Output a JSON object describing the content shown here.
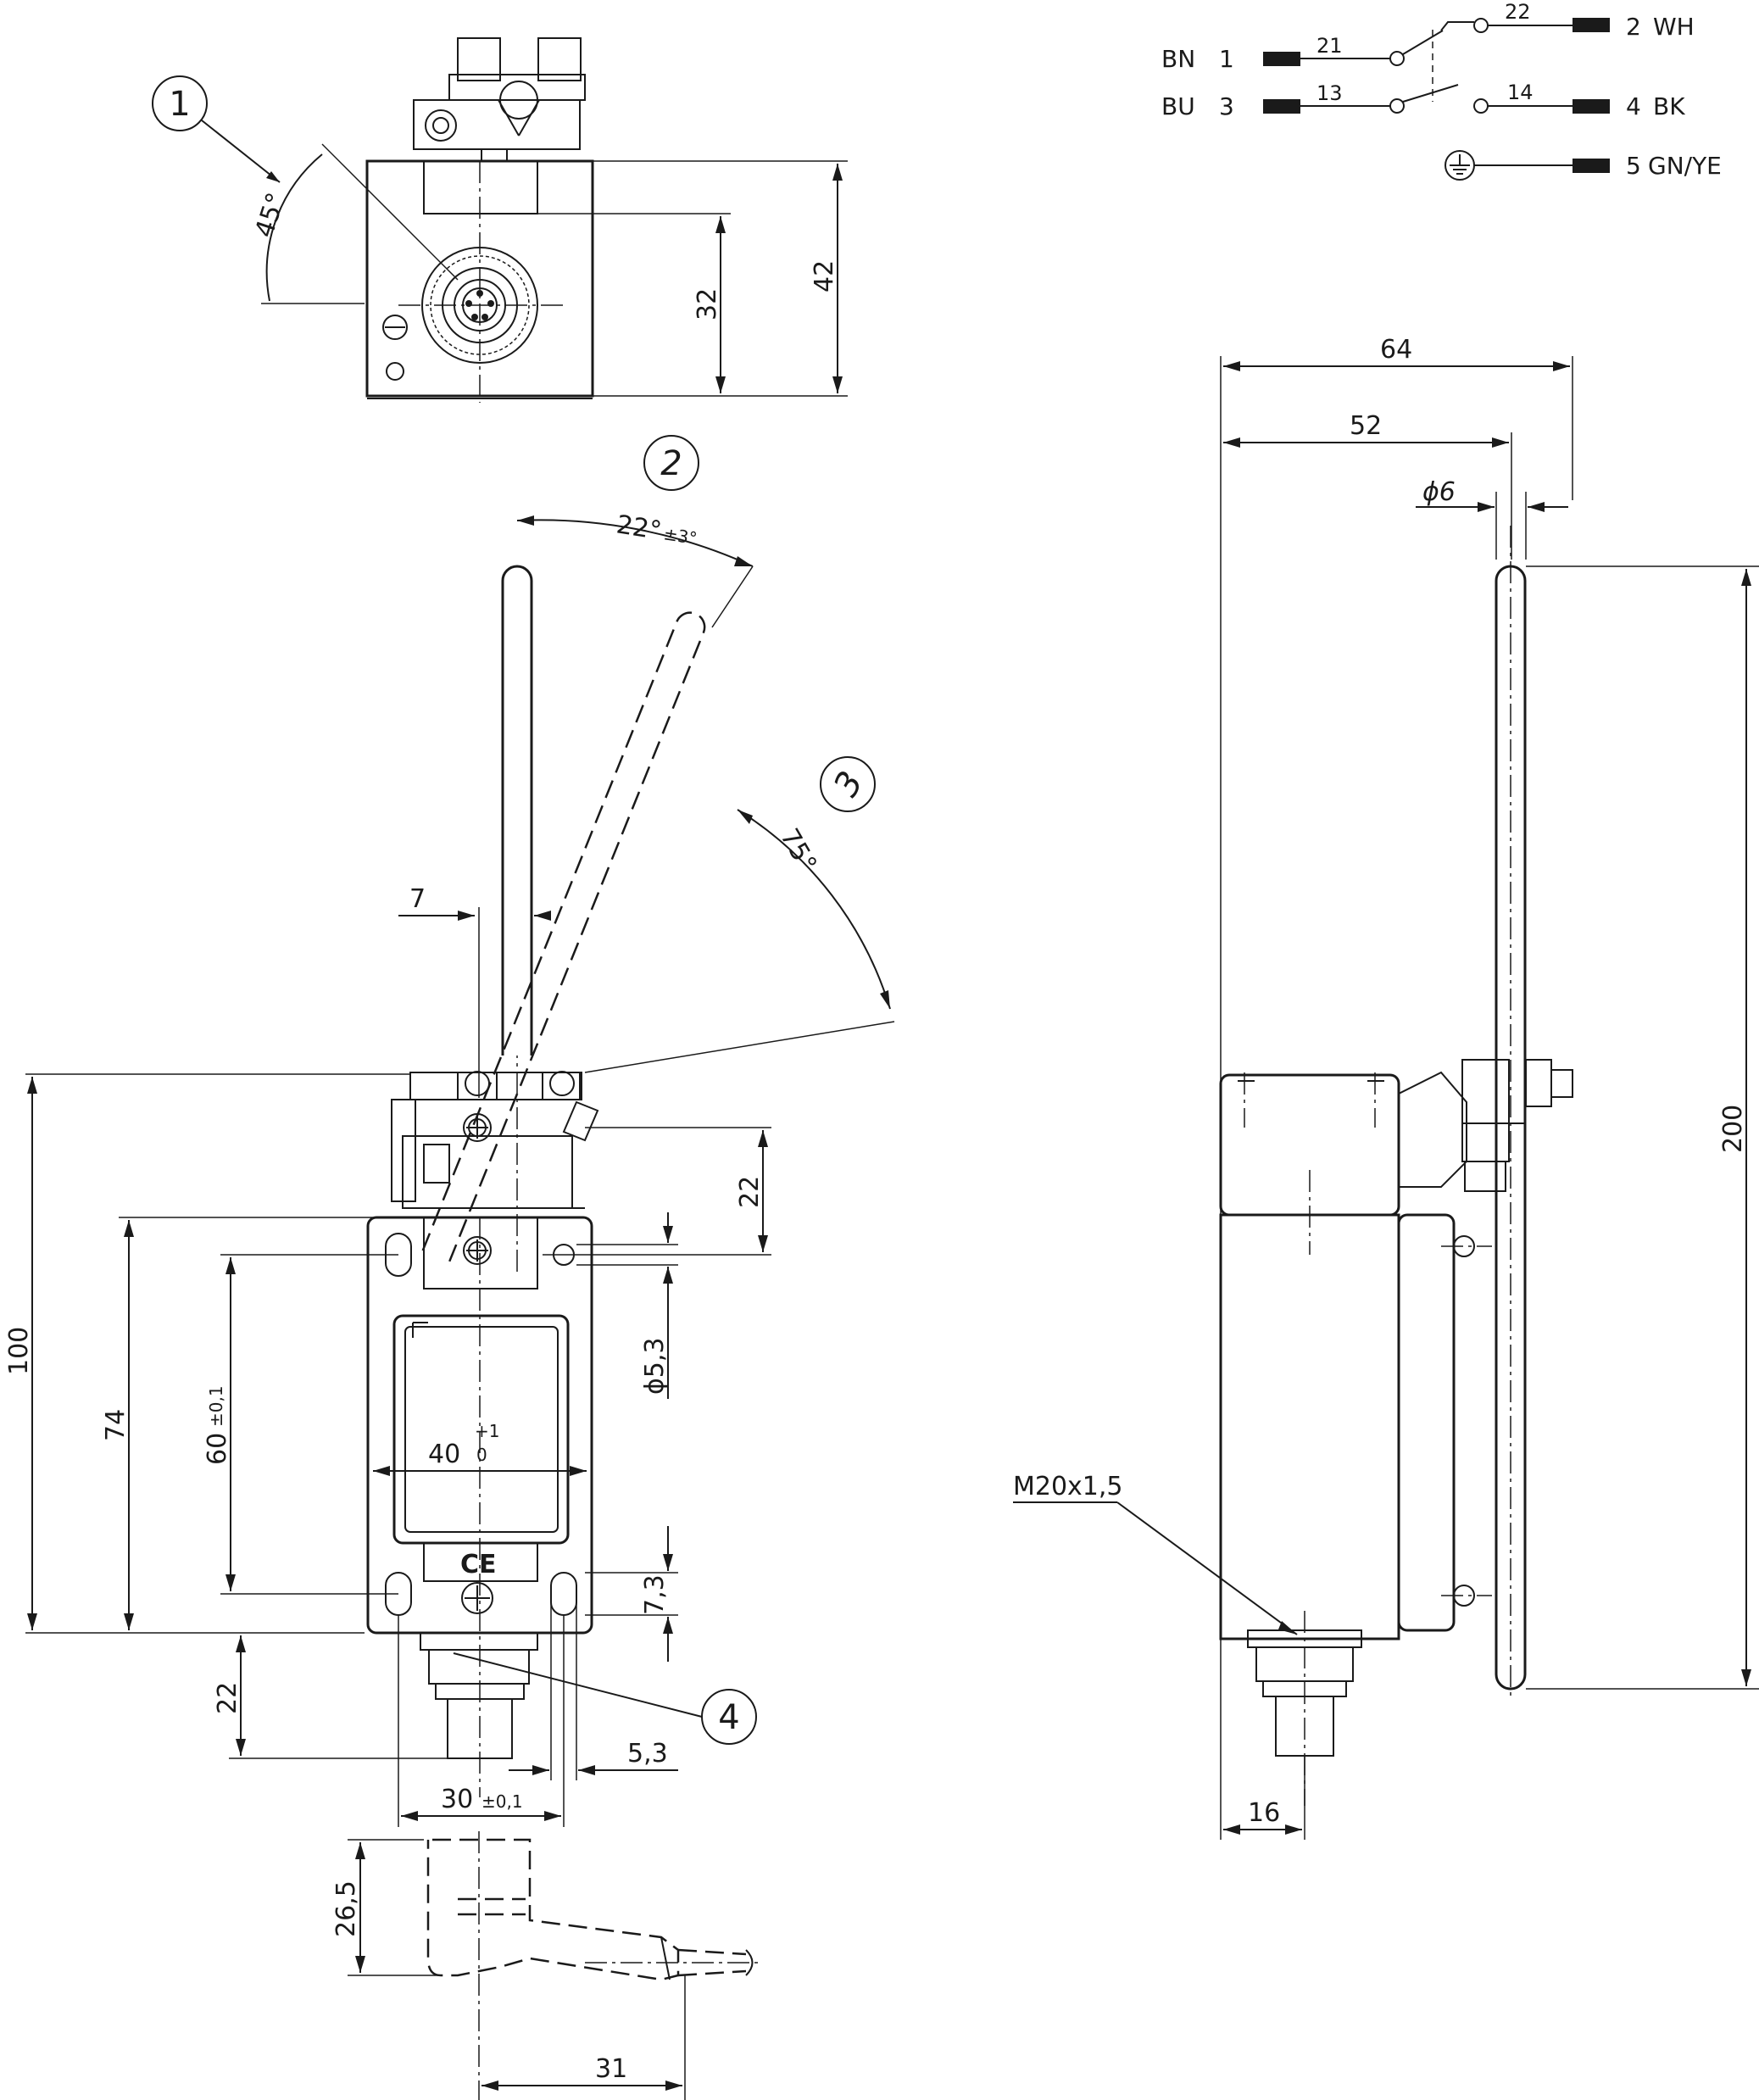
{
  "wiring": {
    "rows": [
      {
        "color": "BN",
        "pin": "1",
        "contact": "21"
      },
      {
        "color": "BU",
        "pin": "3",
        "contact": "13"
      }
    ],
    "outputs": [
      {
        "pin": "2",
        "color": "WH",
        "contact": "22"
      },
      {
        "pin": "4",
        "color": "BK",
        "contact": "14"
      },
      {
        "pin": "5",
        "color": "GN/YE"
      }
    ]
  },
  "callouts": [
    "1",
    "2",
    "3",
    "4"
  ],
  "dimensions": {
    "top_angle": "45°",
    "top_32": "32",
    "top_42": "42",
    "swing_angle": "22°",
    "swing_tol": "±3°",
    "pivot_angle": "75°",
    "d7": "7",
    "d100": "100",
    "d74": "74",
    "d60": "60",
    "d60_tol": "±0,1",
    "d40": "40",
    "d40_tol_upper": "+1",
    "d40_tol_lower": "0",
    "d22_upper": "22",
    "hole_dia": "ϕ5,3",
    "d7_3": "7,3",
    "d22_lower": "22",
    "d5_3": "5,3",
    "d30": "30",
    "d30_tol": "±0,1",
    "d26_5": "26,5",
    "d31": "31",
    "side_64": "64",
    "side_52": "52",
    "side_dia6": "ϕ6",
    "side_200": "200",
    "thread": "M20x1,5",
    "side_16": "16"
  },
  "marks": {
    "ce": "CE"
  }
}
